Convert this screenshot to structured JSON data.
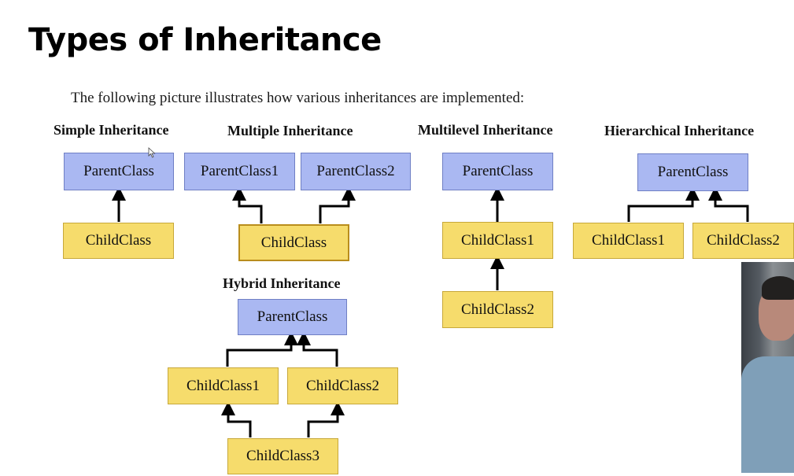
{
  "title": "Types of Inheritance",
  "intro": "The following picture illustrates how various inheritances are implemented:",
  "sections": {
    "simple": {
      "heading": "Simple Inheritance",
      "parent": "ParentClass",
      "child": "ChildClass"
    },
    "multiple": {
      "heading": "Multiple Inheritance",
      "parent1": "ParentClass1",
      "parent2": "ParentClass2",
      "child": "ChildClass"
    },
    "multilevel": {
      "heading": "Multilevel Inheritance",
      "parent": "ParentClass",
      "child1": "ChildClass1",
      "child2": "ChildClass2"
    },
    "hierarchical": {
      "heading": "Hierarchical Inheritance",
      "parent": "ParentClass",
      "child1": "ChildClass1",
      "child2": "ChildClass2"
    },
    "hybrid": {
      "heading": "Hybrid Inheritance",
      "parent": "ParentClass",
      "child1": "ChildClass1",
      "child2": "ChildClass2",
      "child3": "ChildClass3"
    }
  },
  "colors": {
    "parent_fill": "#aab8f2",
    "child_fill": "#f6dc6c",
    "arrow": "#000000"
  }
}
